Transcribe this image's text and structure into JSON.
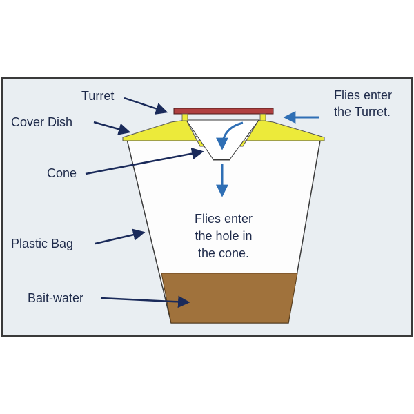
{
  "labels": {
    "turret": "Turret",
    "cover_dish": "Cover Dish",
    "cone": "Cone",
    "plastic_bag": "Plastic Bag",
    "bait_water": "Bait-water"
  },
  "notes": {
    "turret_entry_line1": "Flies enter",
    "turret_entry_line2": "the Turret.",
    "cone_entry_line1": "Flies enter",
    "cone_entry_line2": "the hole in",
    "cone_entry_line3": "the cone."
  },
  "colors": {
    "background": "#e9eef2",
    "frame": "#3a3a3a",
    "turret": "#b04040",
    "cover_dish": "#ecea3a",
    "bag": "#fdfdfd",
    "bait_water": "#a0723c",
    "label_arrow": "#1a2a5a",
    "fly_arrow": "#2f6fb5",
    "text": "#1e2a4a"
  }
}
